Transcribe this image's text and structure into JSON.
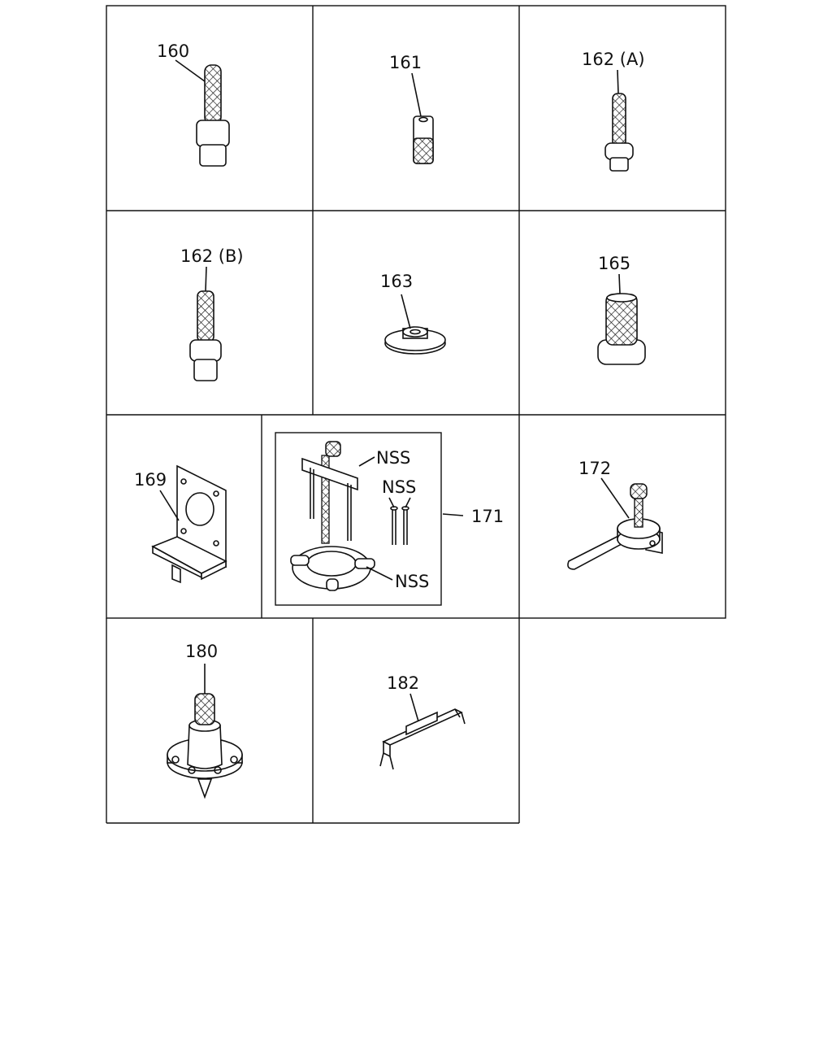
{
  "parts": [
    {
      "id": "160",
      "label": "160"
    },
    {
      "id": "161",
      "label": "161"
    },
    {
      "id": "162a",
      "label": "162 (A)"
    },
    {
      "id": "162b",
      "label": "162 (B)"
    },
    {
      "id": "163",
      "label": "163"
    },
    {
      "id": "165",
      "label": "165"
    },
    {
      "id": "169",
      "label": "169"
    },
    {
      "id": "171",
      "label": "171"
    },
    {
      "id": "172",
      "label": "172"
    },
    {
      "id": "180",
      "label": "180"
    },
    {
      "id": "182",
      "label": "182"
    }
  ],
  "nss": [
    "NSS",
    "NSS",
    "NSS"
  ]
}
